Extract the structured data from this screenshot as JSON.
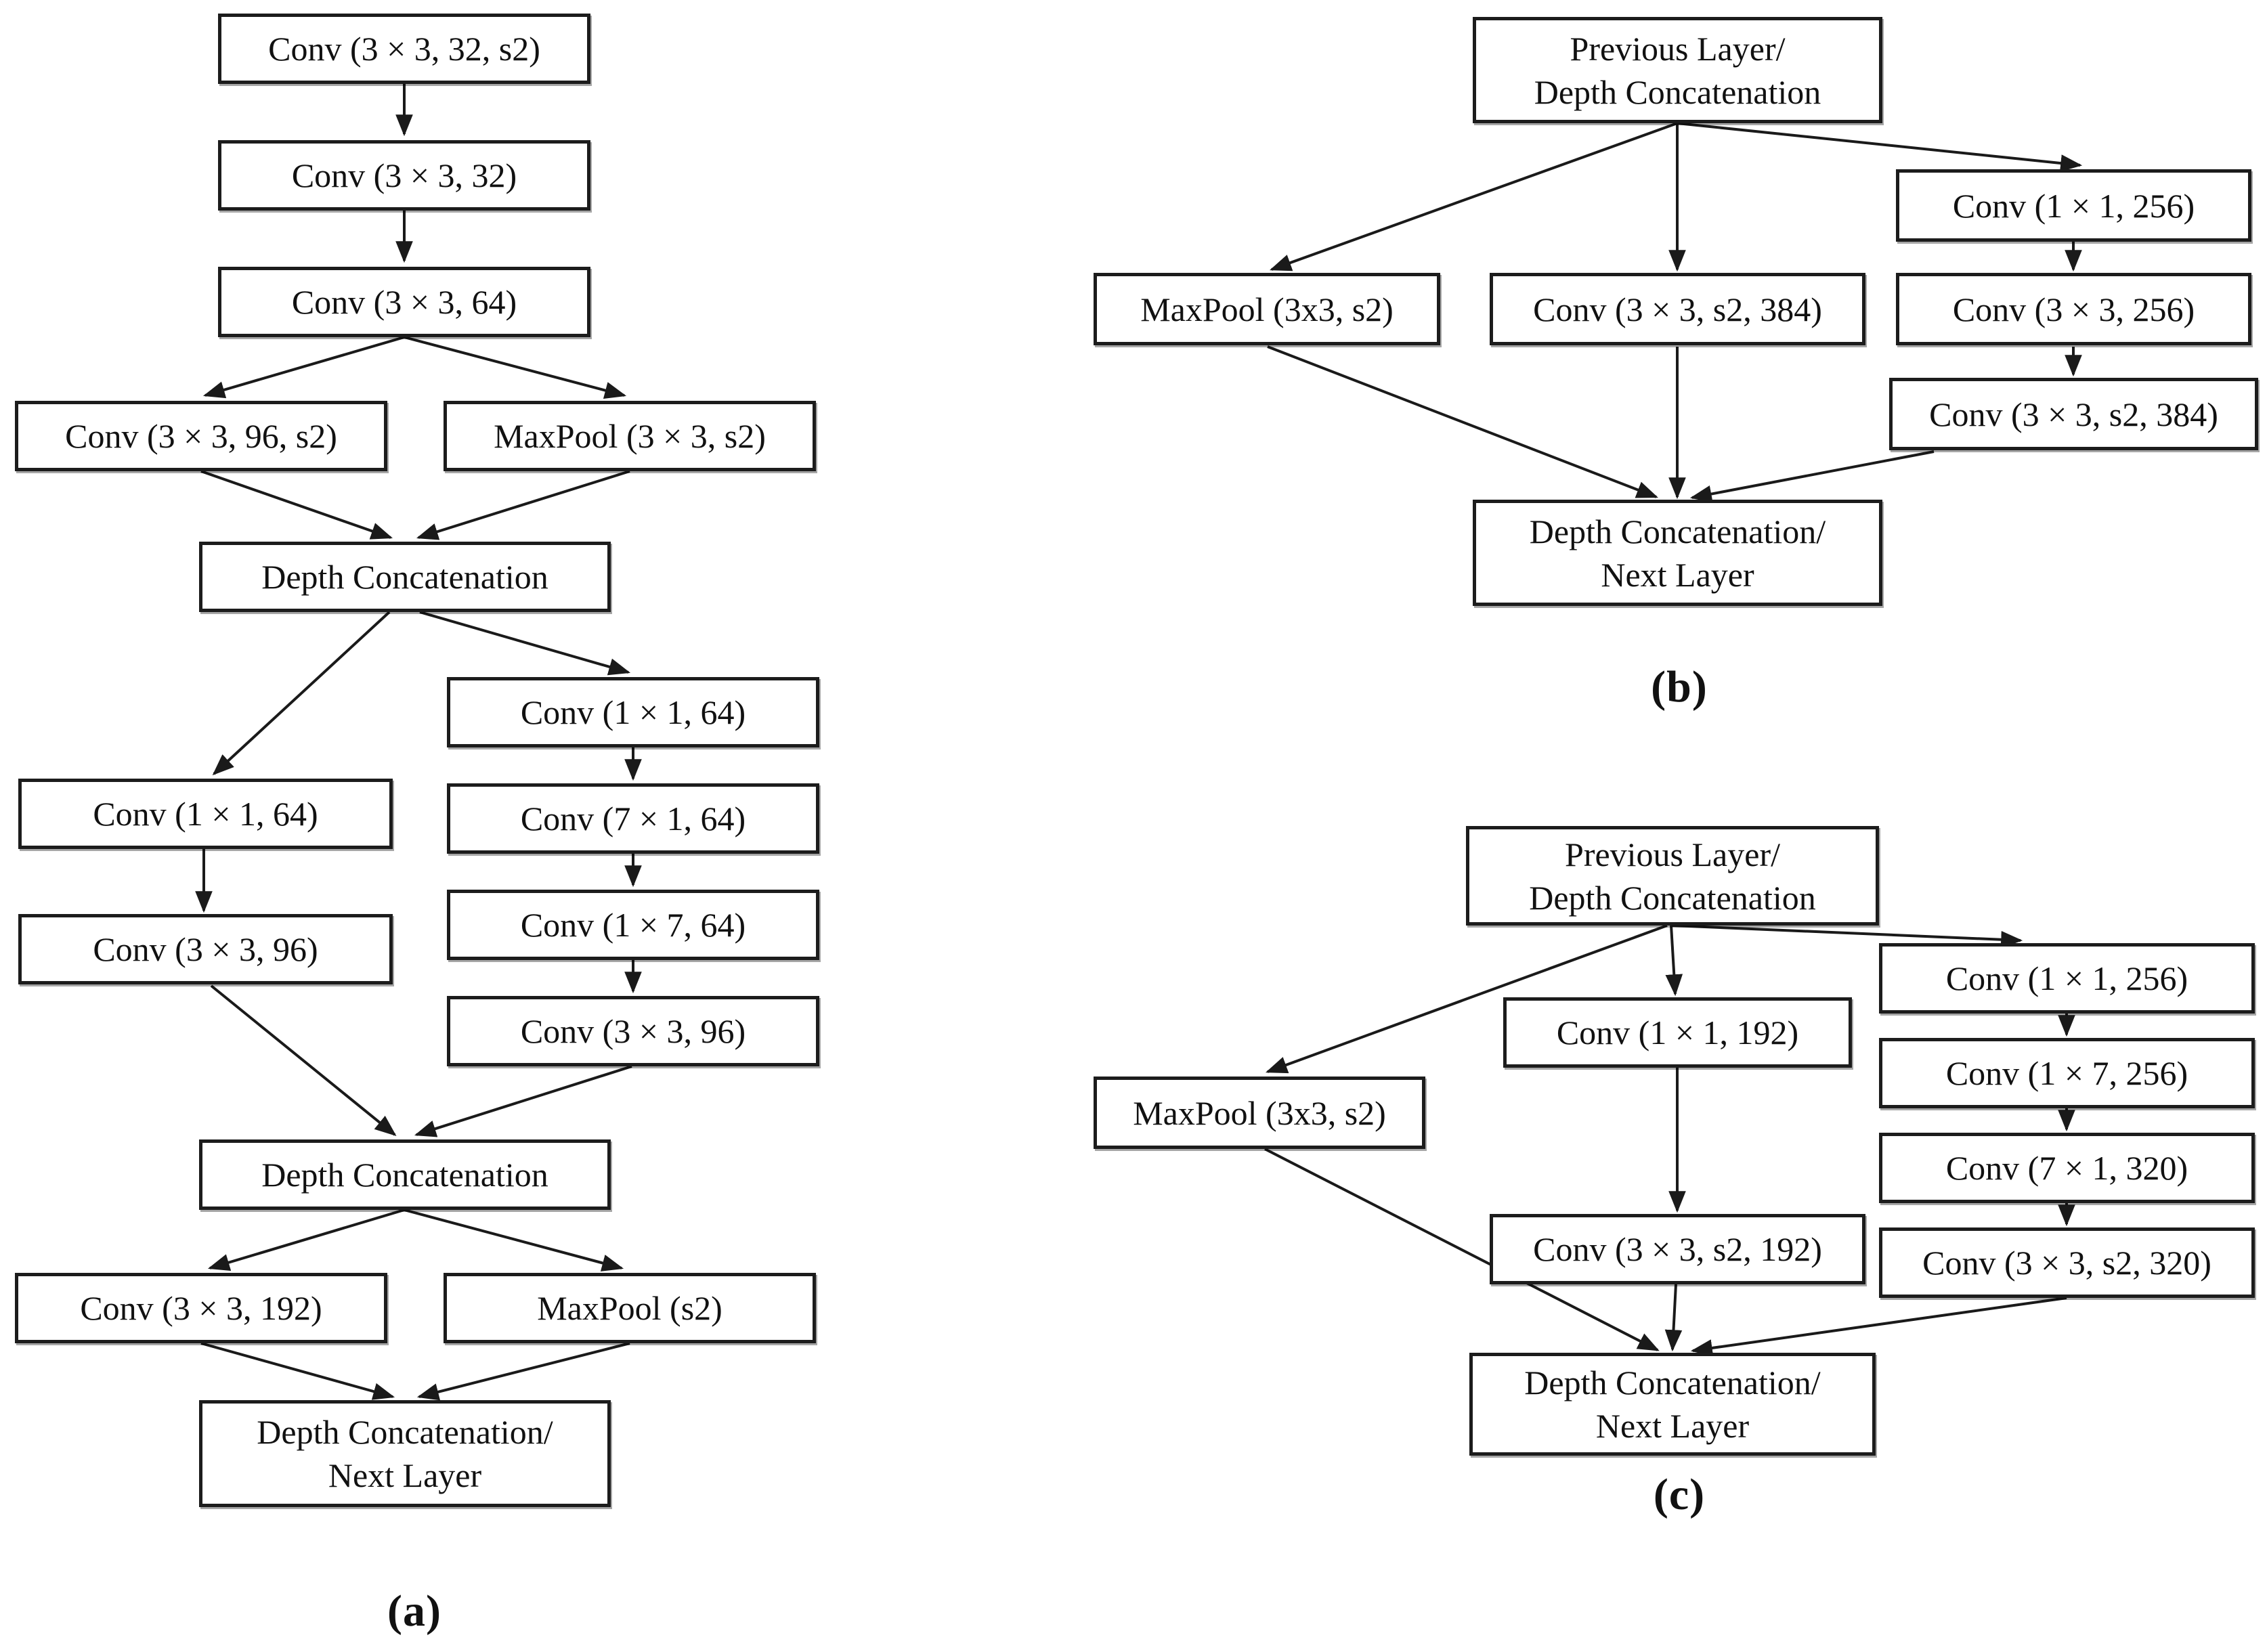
{
  "figure": {
    "background": "#ffffff",
    "line_color": "#1a1a1a",
    "box_border_color": "#1c1c1c"
  },
  "panel_a": {
    "label": "(a)",
    "nodes": {
      "conv1": "Conv (3 × 3, 32, s2)",
      "conv2": "Conv (3 × 3, 32)",
      "conv3": "Conv (3 × 3, 64)",
      "conv4": "Conv (3 × 3, 96, s2)",
      "maxpool1": "MaxPool (3 × 3, s2)",
      "concat1": "Depth Concatenation",
      "conv_left1": "Conv (1 × 1, 64)",
      "conv_left2": "Conv (3 × 3, 96)",
      "conv_right1": "Conv (1 × 1, 64)",
      "conv_right2": "Conv (7 × 1, 64)",
      "conv_right3": "Conv (1 × 7, 64)",
      "conv_right4": "Conv (3 × 3, 96)",
      "concat2": "Depth Concatenation",
      "conv5": "Conv (3 × 3, 192)",
      "maxpool2": "MaxPool (s2)",
      "output": "Depth Concatenation/\nNext Layer"
    }
  },
  "panel_b": {
    "label": "(b)",
    "nodes": {
      "input": "Previous Layer/\nDepth Concatenation",
      "maxpool": "MaxPool (3x3, s2)",
      "conv_mid": "Conv (3 × 3, s2, 384)",
      "conv_right1": "Conv (1 × 1, 256)",
      "conv_right2": "Conv (3 × 3, 256)",
      "conv_right3": "Conv (3 × 3, s2, 384)",
      "output": "Depth Concatenation/\nNext Layer"
    }
  },
  "panel_c": {
    "label": "(c)",
    "nodes": {
      "input": "Previous Layer/\nDepth Concatenation",
      "maxpool": "MaxPool (3x3, s2)",
      "conv_mid1": "Conv (1 × 1, 192)",
      "conv_mid2": "Conv (3 × 3, s2, 192)",
      "conv_right1": "Conv (1 × 1, 256)",
      "conv_right2": "Conv (1 × 7, 256)",
      "conv_right3": "Conv (7 × 1, 320)",
      "conv_right4": "Conv (3 × 3, s2, 320)",
      "output": "Depth Concatenation/\nNext Layer"
    }
  }
}
